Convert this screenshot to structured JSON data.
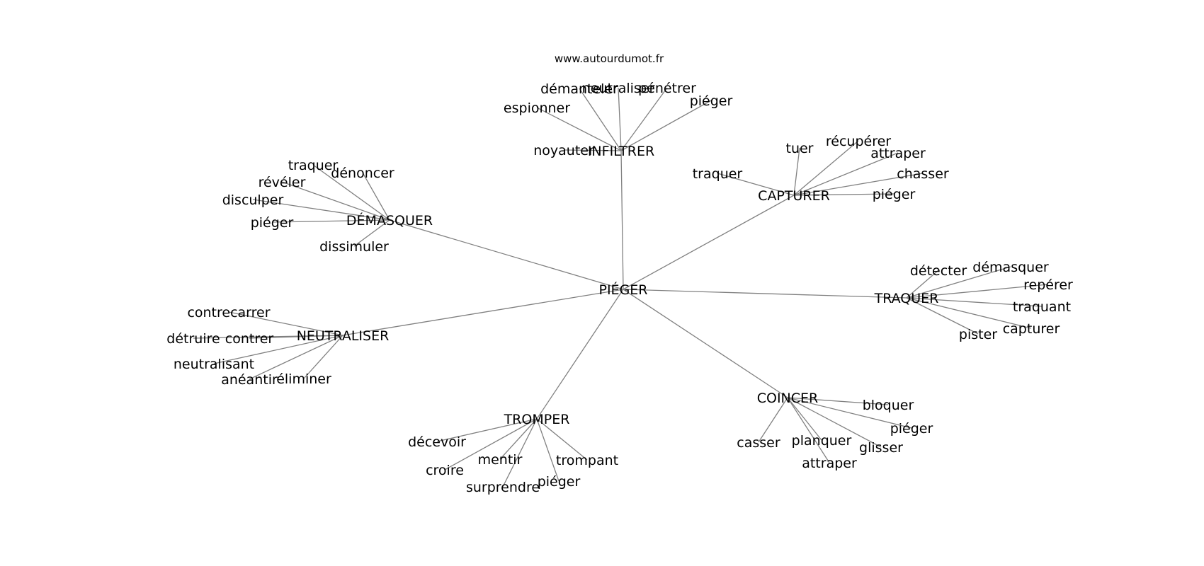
{
  "site": "www.autourdumot.fr",
  "center": {
    "label": "PIÉGER"
  },
  "clusters": [
    {
      "label": "INFILTRER",
      "leaves": [
        "démanteler",
        "neutraliser",
        "pénétrer",
        "piéger",
        "espionner",
        "noyauter"
      ]
    },
    {
      "label": "CAPTURER",
      "leaves": [
        "tuer",
        "récupérer",
        "attraper",
        "chasser",
        "piéger",
        "traquer"
      ]
    },
    {
      "label": "DÉMASQUER",
      "leaves": [
        "traquer",
        "dénoncer",
        "révéler",
        "disculper",
        "piéger",
        "dissimuler"
      ]
    },
    {
      "label": "TRAQUER",
      "leaves": [
        "détecter",
        "démasquer",
        "repérer",
        "traquant",
        "capturer",
        "pister"
      ]
    },
    {
      "label": "NEUTRALISER",
      "leaves": [
        "contrecarrer",
        "détruire",
        "contrer",
        "neutralisant",
        "anéantir",
        "éliminer"
      ]
    },
    {
      "label": "COINCER",
      "leaves": [
        "bloquer",
        "piéger",
        "glisser",
        "attraper",
        "planquer",
        "casser"
      ]
    },
    {
      "label": "TROMPER",
      "leaves": [
        "décevoir",
        "croire",
        "mentir",
        "surprendre",
        "piéger",
        "trompant"
      ]
    }
  ]
}
